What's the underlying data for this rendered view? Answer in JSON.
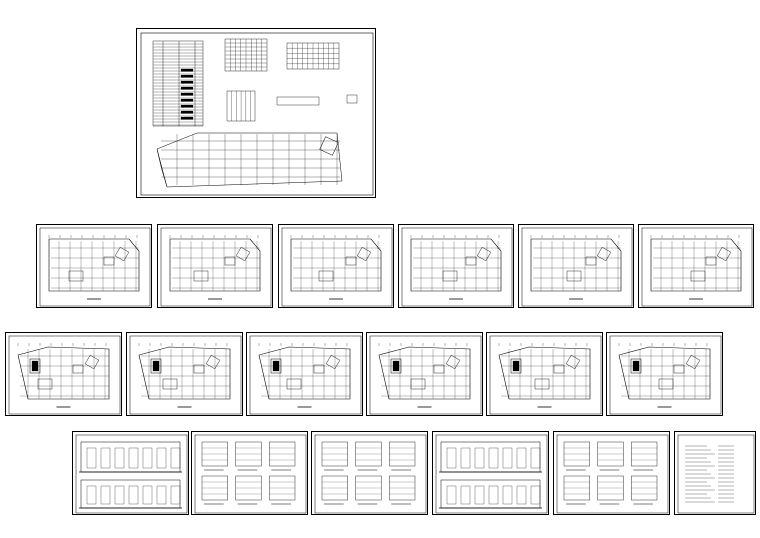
{
  "title": "",
  "sheets": {
    "index": {
      "kind": "cover-index"
    },
    "row1": [
      {
        "kind": "floor-plan"
      },
      {
        "kind": "floor-plan"
      },
      {
        "kind": "floor-plan"
      },
      {
        "kind": "floor-plan"
      },
      {
        "kind": "floor-plan"
      },
      {
        "kind": "floor-plan"
      }
    ],
    "row2": [
      {
        "kind": "roof-plan"
      },
      {
        "kind": "roof-plan"
      },
      {
        "kind": "roof-plan"
      },
      {
        "kind": "roof-plan"
      },
      {
        "kind": "roof-plan"
      },
      {
        "kind": "roof-plan"
      }
    ],
    "row3": [
      {
        "kind": "elevation"
      },
      {
        "kind": "section-details"
      },
      {
        "kind": "stair-details"
      },
      {
        "kind": "elevation"
      },
      {
        "kind": "node-details"
      },
      {
        "kind": "notes"
      }
    ]
  },
  "colors": {
    "line": "#000000",
    "paper": "#ffffff"
  }
}
